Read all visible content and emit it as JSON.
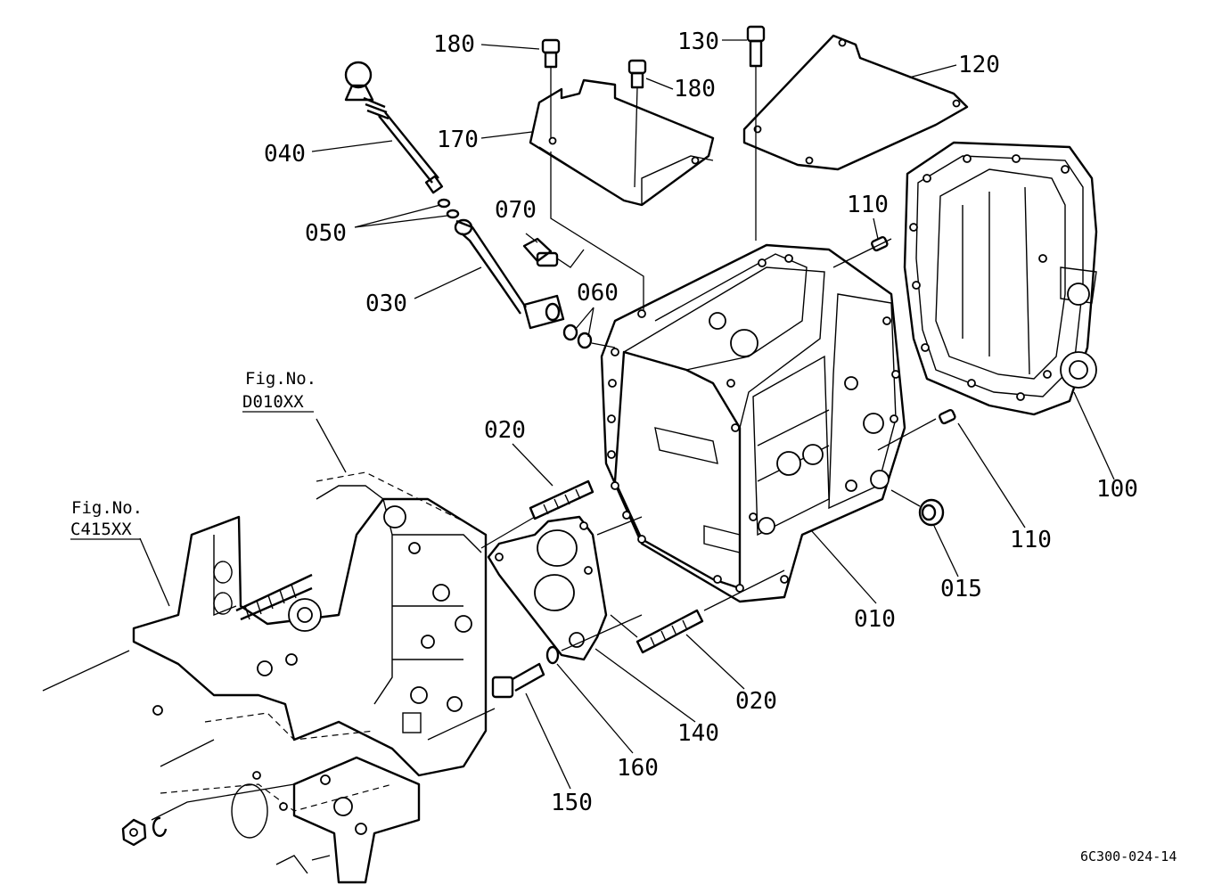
{
  "diagram": {
    "catalog_code": "6C300-024-14",
    "references": [
      {
        "line1": "Fig.No.",
        "line2": "D010XX"
      },
      {
        "line1": "Fig.No.",
        "line2": "C415XX"
      }
    ],
    "parts": [
      {
        "number": "180"
      },
      {
        "number": "180"
      },
      {
        "number": "130"
      },
      {
        "number": "120"
      },
      {
        "number": "170"
      },
      {
        "number": "040"
      },
      {
        "number": "050"
      },
      {
        "number": "070"
      },
      {
        "number": "110"
      },
      {
        "number": "030"
      },
      {
        "number": "060"
      },
      {
        "number": "020"
      },
      {
        "number": "100"
      },
      {
        "number": "110"
      },
      {
        "number": "015"
      },
      {
        "number": "010"
      },
      {
        "number": "020"
      },
      {
        "number": "140"
      },
      {
        "number": "160"
      },
      {
        "number": "150"
      }
    ]
  }
}
